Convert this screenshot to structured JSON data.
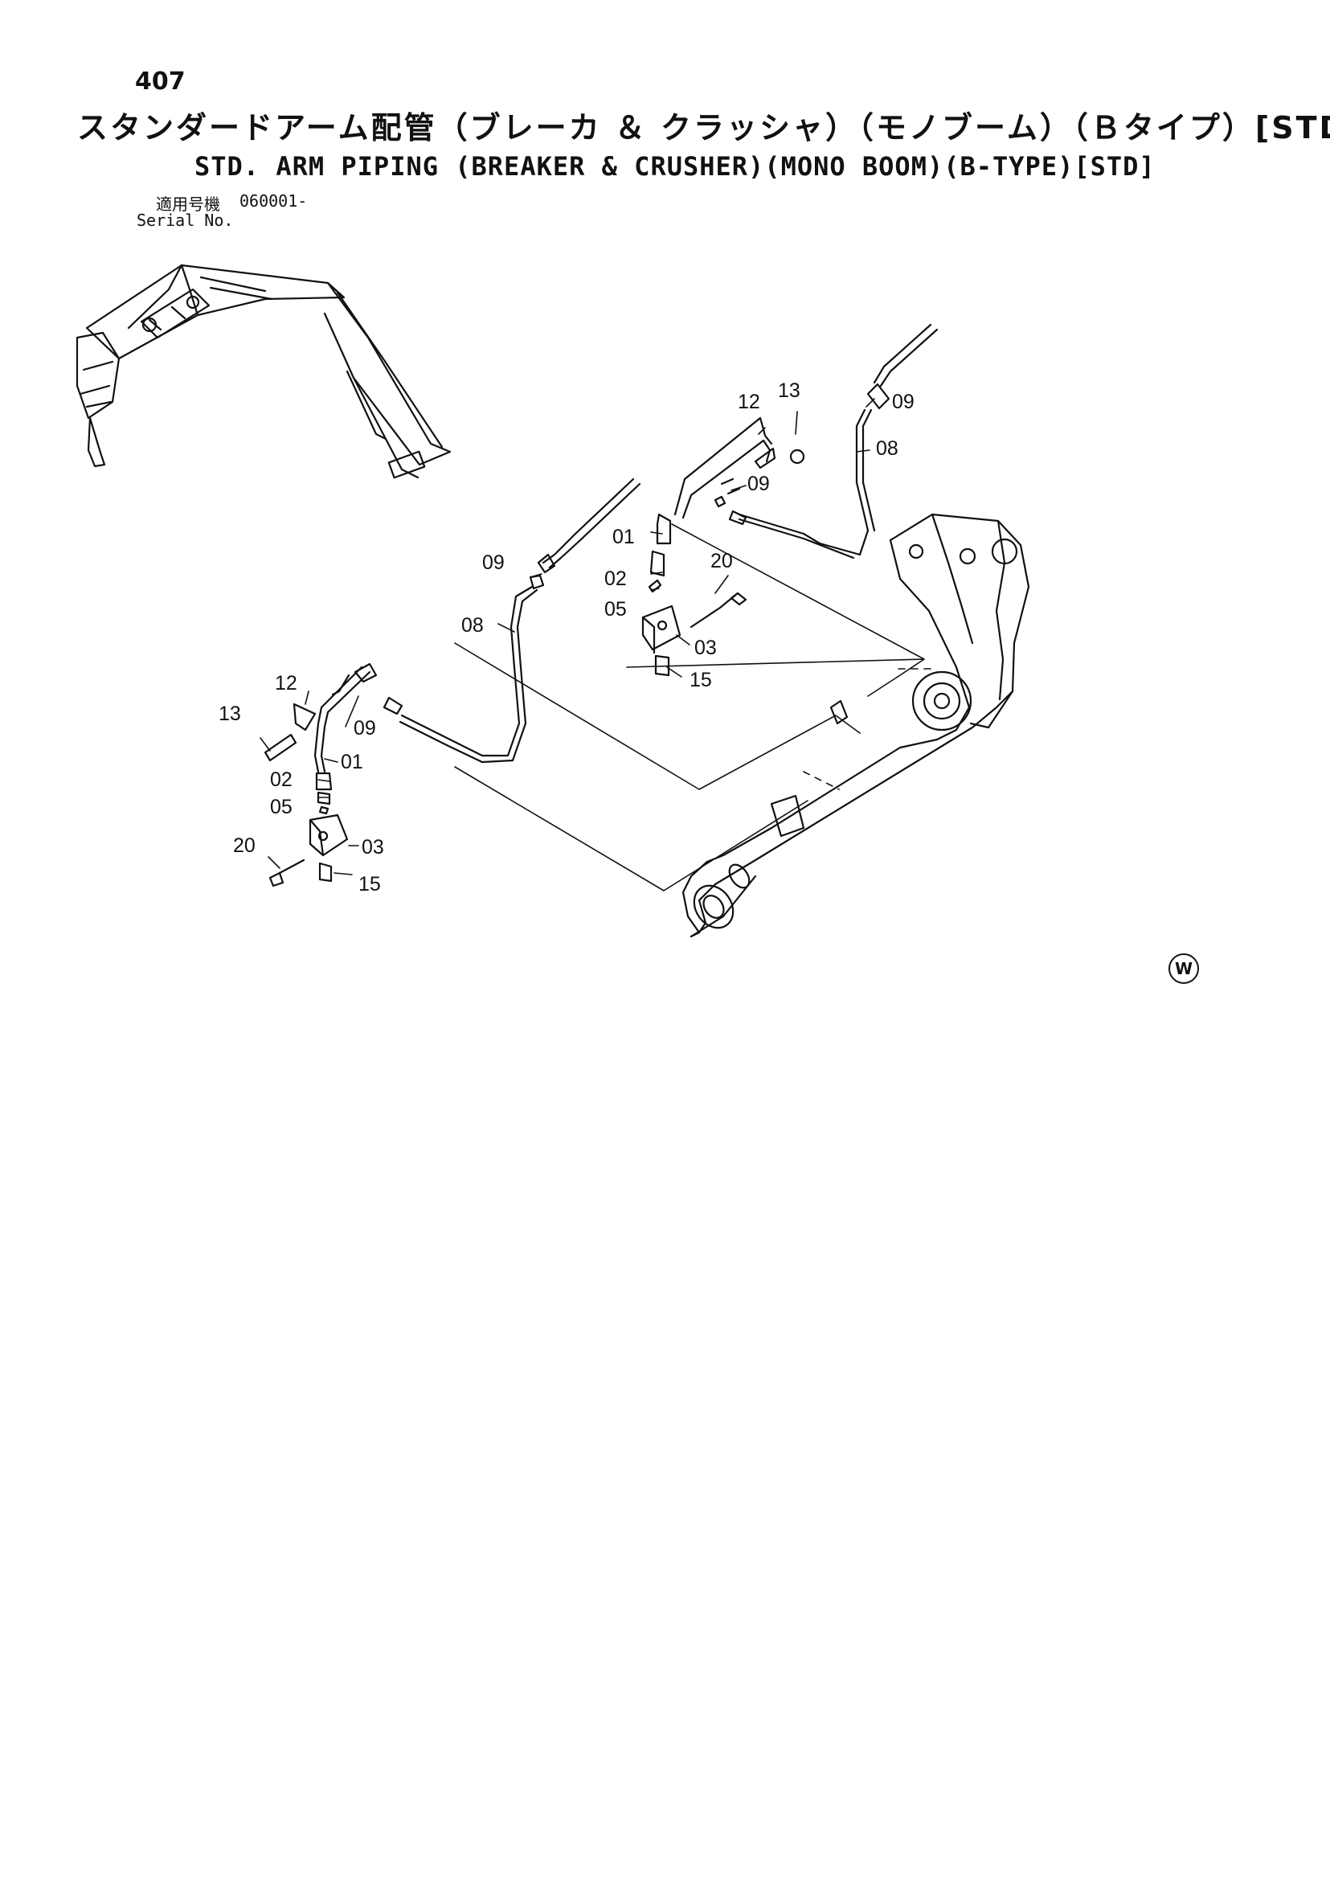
{
  "page": {
    "number": "407",
    "title_jp": "スタンダードアーム配管（ブレーカ ＆ クラッシャ）（モノブーム）（Ｂタイプ）[STD]",
    "title_en": "STD. ARM PIPING (BREAKER & CRUSHER)(MONO BOOM)(B-TYPE)[STD]",
    "serial_label_jp": "適用号機",
    "serial_label_en": "Serial No.",
    "serial_value": "060001-"
  },
  "callouts": {
    "c12_upper": "12",
    "c13_upper": "13",
    "c09_upper_right": "09",
    "c08_upper_right": "08",
    "c09_upper_mid": "09",
    "c01_upper": "01",
    "c20_upper": "20",
    "c02_upper": "02",
    "c05_upper": "05",
    "c03_upper": "03",
    "c15_upper": "15",
    "c09_mid": "09",
    "c08_mid": "08",
    "c12_lower": "12",
    "c13_lower": "13",
    "c09_lower": "09",
    "c01_lower": "01",
    "c02_lower": "02",
    "c05_lower": "05",
    "c20_lower": "20",
    "c03_lower": "03",
    "c15_lower": "15"
  },
  "logo": {
    "mark": "W"
  }
}
